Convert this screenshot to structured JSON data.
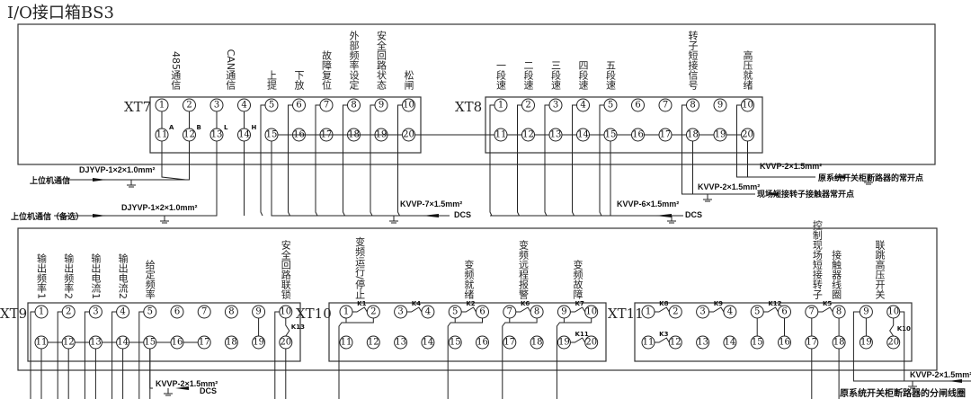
{
  "title": "I/O接口箱BS3",
  "strips": {
    "xt7": {
      "name": "XT7",
      "labels": [
        {
          "col": 1.5,
          "text": "485通信"
        },
        {
          "col": 3.5,
          "text": "CAN通信"
        },
        {
          "col": 5,
          "text": "上提"
        },
        {
          "col": 6,
          "text": "下放"
        },
        {
          "col": 7,
          "text": "故障复位"
        },
        {
          "col": 8,
          "text": "外部频率设定"
        },
        {
          "col": 9,
          "text": "安全回路状态"
        },
        {
          "col": 10,
          "text": "松闸"
        }
      ],
      "pin_marks": [
        "A",
        "B",
        "L",
        "H"
      ]
    },
    "xt8": {
      "name": "XT8",
      "labels": [
        {
          "col": 1,
          "text": "一段速"
        },
        {
          "col": 2,
          "text": "二段速"
        },
        {
          "col": 3,
          "text": "三段速"
        },
        {
          "col": 4,
          "text": "四段速"
        },
        {
          "col": 5,
          "text": "五段速"
        },
        {
          "col": 8,
          "text": "转子短接信号"
        },
        {
          "col": 10,
          "text": "高压就绪"
        }
      ]
    },
    "xt9": {
      "name": "XT9",
      "labels": [
        {
          "col": 1,
          "text": "输出频率1"
        },
        {
          "col": 2,
          "text": "输出频率2"
        },
        {
          "col": 3,
          "text": "输出电流1"
        },
        {
          "col": 4,
          "text": "输出电流2"
        },
        {
          "col": 5,
          "text": "给定频率"
        },
        {
          "col": 10,
          "text": "安全回路联锁"
        }
      ],
      "contact": "K13"
    },
    "xt10": {
      "name": "XT10",
      "labels": [
        {
          "col": 1.5,
          "text": "变频运行/停止"
        },
        {
          "col": 5.5,
          "text": "变频就绪"
        },
        {
          "col": 7.5,
          "text": "变频远程报警"
        },
        {
          "col": 9.5,
          "text": "变频故障"
        }
      ],
      "contacts": [
        "K1",
        "K4",
        "K2",
        "K6",
        "K7",
        "K11"
      ]
    },
    "xt11": {
      "name": "XT11",
      "labels": [
        {
          "col": 7.2,
          "text": "控制现场短接转子"
        },
        {
          "col": 7.9,
          "text": "接触器线圈"
        },
        {
          "col": 9.5,
          "text": "联跳高压开关"
        }
      ],
      "contacts": [
        "K8",
        "K9",
        "K12",
        "K5",
        "K3",
        "K10"
      ]
    }
  },
  "cables": {
    "c1": {
      "spec": "DJYVP-1×2×1.0mm²",
      "dest": "上位机通信"
    },
    "c2": {
      "spec": "DJYVP-1×2×1.0mm²",
      "dest": "上位机通信（备选）"
    },
    "c3": {
      "spec": "KVVP-7×1.5mm²",
      "dest": "DCS"
    },
    "c4": {
      "spec": "KVVP-6×1.5mm²",
      "dest": "DCS"
    },
    "c5": {
      "spec": "KVVP-2×1.5mm²",
      "dest": "原系统开关柜断路器的常开点"
    },
    "c6": {
      "spec": "KVVP-2×1.5mm²",
      "dest": "现场短接转子接触器常开点"
    },
    "c7": {
      "spec": "KVVP-2×1.5mm²",
      "dest": "DCS"
    },
    "c8": {
      "spec": "KVVP-2×1.5mm²",
      "dest": "原系统开关柜断路器的分闸线圈"
    }
  }
}
